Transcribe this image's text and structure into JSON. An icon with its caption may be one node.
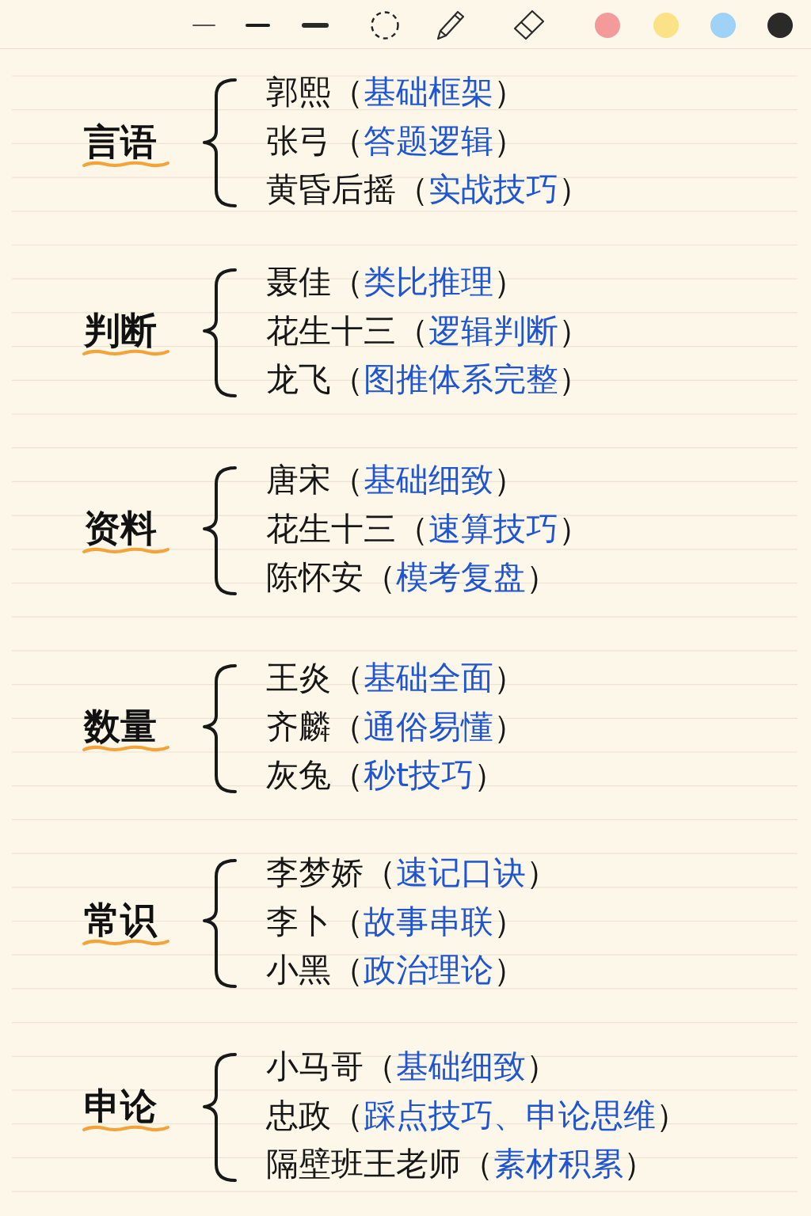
{
  "diagram": {
    "labels": [
      "言语",
      "郭熙",
      "（",
      "基础框架",
      "）",
      "张弓",
      "（",
      "答题逻辑",
      "）",
      "黄昏后摇",
      "（",
      "实战技巧",
      "）",
      "判断",
      "聂佳",
      "（",
      "类比推理",
      "）",
      "花生十三",
      "（",
      "逻辑判断",
      "）",
      "龙飞",
      "（",
      "图推体系完整",
      "）",
      "资料",
      "唐宋",
      "（",
      "基础细致",
      "）",
      "花生十三",
      "（",
      "速算技巧",
      "）",
      "陈怀安",
      "（",
      "模考复盘",
      "）",
      "数量",
      "王炎",
      "（",
      "基础全面",
      "）",
      "齐麟",
      "（",
      "通俗易懂",
      "）",
      "灰兔",
      "（",
      "秒t技巧",
      "）",
      "常识",
      "李梦娇",
      "（",
      "速记口诀",
      "）",
      "李卜",
      "（",
      "故事串联",
      "）",
      "小黑",
      "（",
      "政治理论",
      "）",
      "申论",
      "小马哥",
      "（",
      "基础细致",
      "）",
      "忠政",
      "（",
      "踩点技巧、申论思维",
      "）",
      "隔壁班王老师",
      "（",
      "素材积累",
      "）"
    ]
  }
}
